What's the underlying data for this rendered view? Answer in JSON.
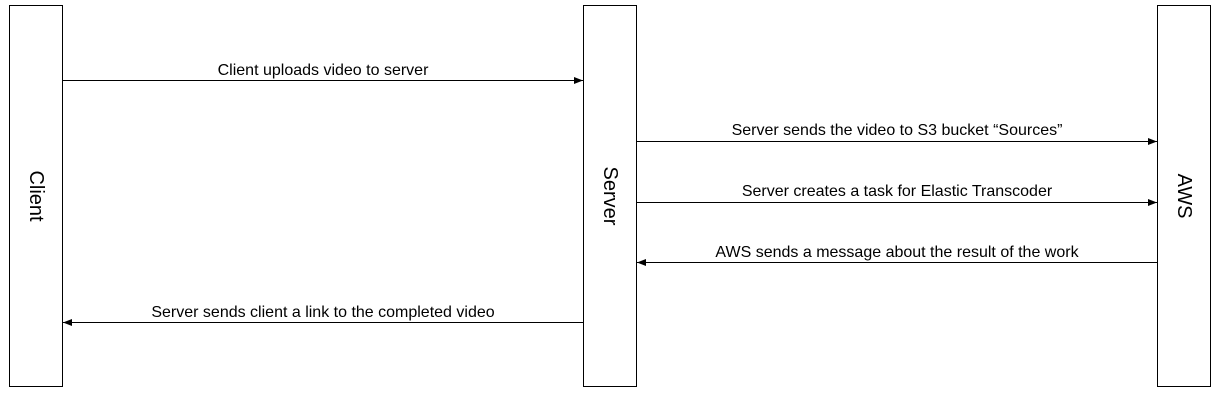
{
  "actors": {
    "client": {
      "label": "Client"
    },
    "server": {
      "label": "Server"
    },
    "aws": {
      "label": "AWS"
    }
  },
  "messages": [
    {
      "from": "client",
      "to": "server",
      "label": "Client uploads video to server"
    },
    {
      "from": "server",
      "to": "aws",
      "label": "Server sends the video to S3 bucket “Sources”"
    },
    {
      "from": "server",
      "to": "aws",
      "label": "Server creates a task for Elastic Transcoder"
    },
    {
      "from": "aws",
      "to": "server",
      "label": "AWS sends a message about the result of the work"
    },
    {
      "from": "server",
      "to": "client",
      "label": "Server sends client a link to the completed video"
    }
  ]
}
